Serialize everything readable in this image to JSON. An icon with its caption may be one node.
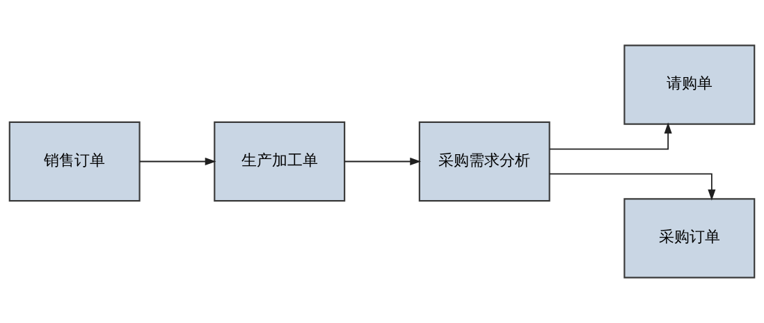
{
  "diagram": {
    "nodes": [
      {
        "text": [
          "销售订单"
        ]
      },
      {
        "text": [
          "生产加工单"
        ]
      },
      {
        "text": [
          "采购需求分析"
        ]
      },
      {
        "text": [
          "请购单"
        ]
      },
      {
        "text": [
          "采购订单"
        ]
      }
    ],
    "edges": [
      {
        "from": 0,
        "to": 1,
        "arrow": "to"
      },
      {
        "from": 1,
        "to": 2,
        "arrow": "to"
      },
      {
        "from": 2,
        "to": 3,
        "arrow": "to"
      },
      {
        "from": 2,
        "to": 4,
        "arrow": "to"
      }
    ]
  }
}
